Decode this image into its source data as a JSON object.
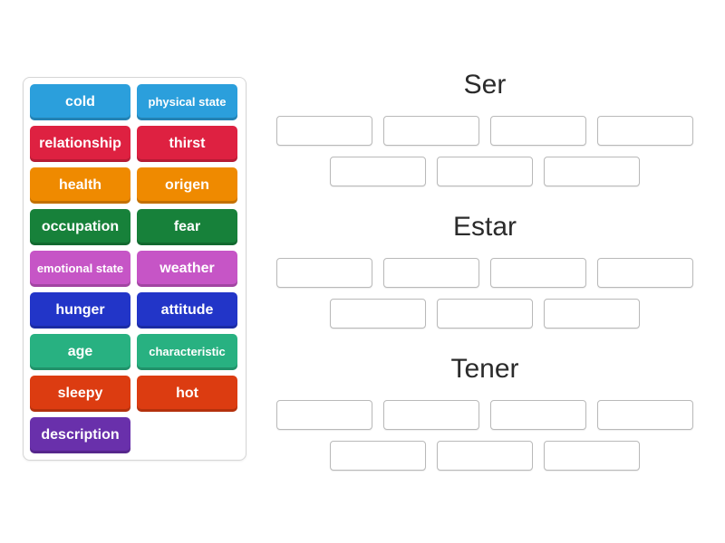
{
  "page": {
    "background_color": "#ffffff",
    "activity_type": "group-sort"
  },
  "word_bank": {
    "tiles": [
      {
        "label": "cold",
        "color": "#2b9fdc",
        "small": false
      },
      {
        "label": "physical state",
        "color": "#2b9fdc",
        "small": true
      },
      {
        "label": "relationship",
        "color": "#de2141",
        "small": false
      },
      {
        "label": "thirst",
        "color": "#de2141",
        "small": false
      },
      {
        "label": "health",
        "color": "#ef8a00",
        "small": false
      },
      {
        "label": "origen",
        "color": "#ef8a00",
        "small": false
      },
      {
        "label": "occupation",
        "color": "#17813a",
        "small": false
      },
      {
        "label": "fear",
        "color": "#17813a",
        "small": false
      },
      {
        "label": "emotional state",
        "color": "#c655c6",
        "small": true
      },
      {
        "label": "weather",
        "color": "#c655c6",
        "small": false
      },
      {
        "label": "hunger",
        "color": "#2235c8",
        "small": false
      },
      {
        "label": "attitude",
        "color": "#2235c8",
        "small": false
      },
      {
        "label": "age",
        "color": "#28b181",
        "small": false
      },
      {
        "label": "characteristic",
        "color": "#28b181",
        "small": true
      },
      {
        "label": "sleepy",
        "color": "#dc3c11",
        "small": false
      },
      {
        "label": "hot",
        "color": "#dc3c11",
        "small": false
      },
      {
        "label": "description",
        "color": "#6930ab",
        "small": false
      }
    ]
  },
  "groups": [
    {
      "title": "Ser",
      "slot_rows": [
        4,
        3
      ]
    },
    {
      "title": "Estar",
      "slot_rows": [
        4,
        3
      ]
    },
    {
      "title": "Tener",
      "slot_rows": [
        4,
        3
      ]
    }
  ],
  "slot_style": {
    "border_color": "#b9b9b9",
    "fill_color": "#ffffff"
  },
  "heading_color": "#2b2b2b"
}
